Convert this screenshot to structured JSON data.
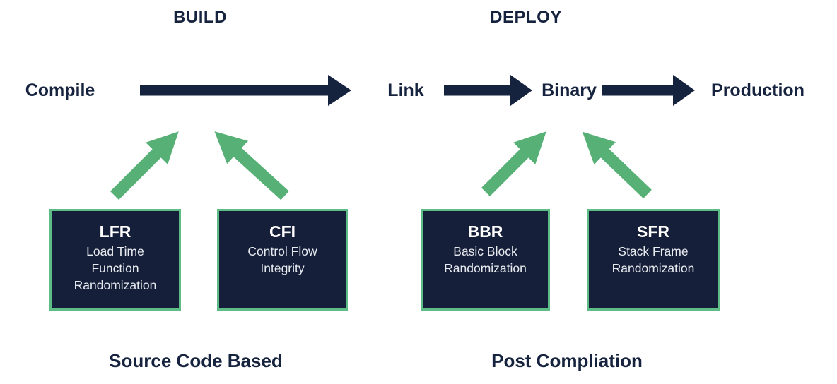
{
  "colors": {
    "navy": "#16233E",
    "box_fill": "#161F39",
    "box_border": "#5EBC86",
    "green_arrow": "#57B176",
    "box_text_light": "#E8ECF1",
    "background": "#FFFFFF"
  },
  "phases": {
    "build": "BUILD",
    "deploy": "DEPLOY"
  },
  "pipeline": {
    "stages": [
      "Compile",
      "Link",
      "Binary",
      "Production"
    ]
  },
  "techniques": [
    {
      "abbr": "LFR",
      "name_lines": [
        "Load Time",
        "Function",
        "Randomization"
      ]
    },
    {
      "abbr": "CFI",
      "name_lines": [
        "Control Flow",
        "Integrity"
      ]
    },
    {
      "abbr": "BBR",
      "name_lines": [
        "Basic Block",
        "Randomization"
      ]
    },
    {
      "abbr": "SFR",
      "name_lines": [
        "Stack Frame",
        "Randomization"
      ]
    }
  ],
  "categories": {
    "left": "Source Code Based",
    "right": "Post Compliation"
  }
}
